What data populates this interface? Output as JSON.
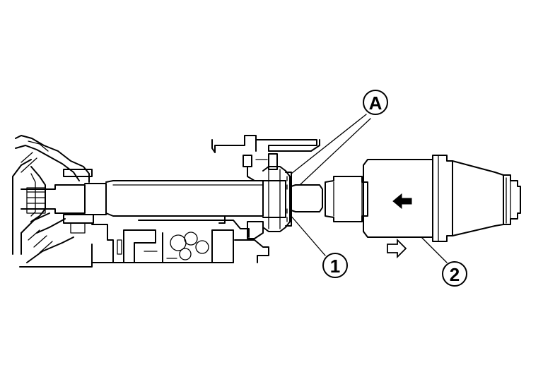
{
  "callouts": {
    "a": "A",
    "one": "1",
    "two": "2"
  },
  "colors": {
    "line": "#000000",
    "background": "#ffffff"
  }
}
